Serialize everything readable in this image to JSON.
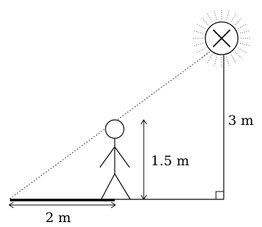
{
  "labels": {
    "lamp_height": "3 m",
    "person_height": "1.5 m",
    "shadow_length": "2 m"
  },
  "icons": {
    "lamp": "lamp-circle-x-icon"
  },
  "colors": {
    "ink": "#000000",
    "rays": "#555555",
    "background": "#ffffff"
  }
}
